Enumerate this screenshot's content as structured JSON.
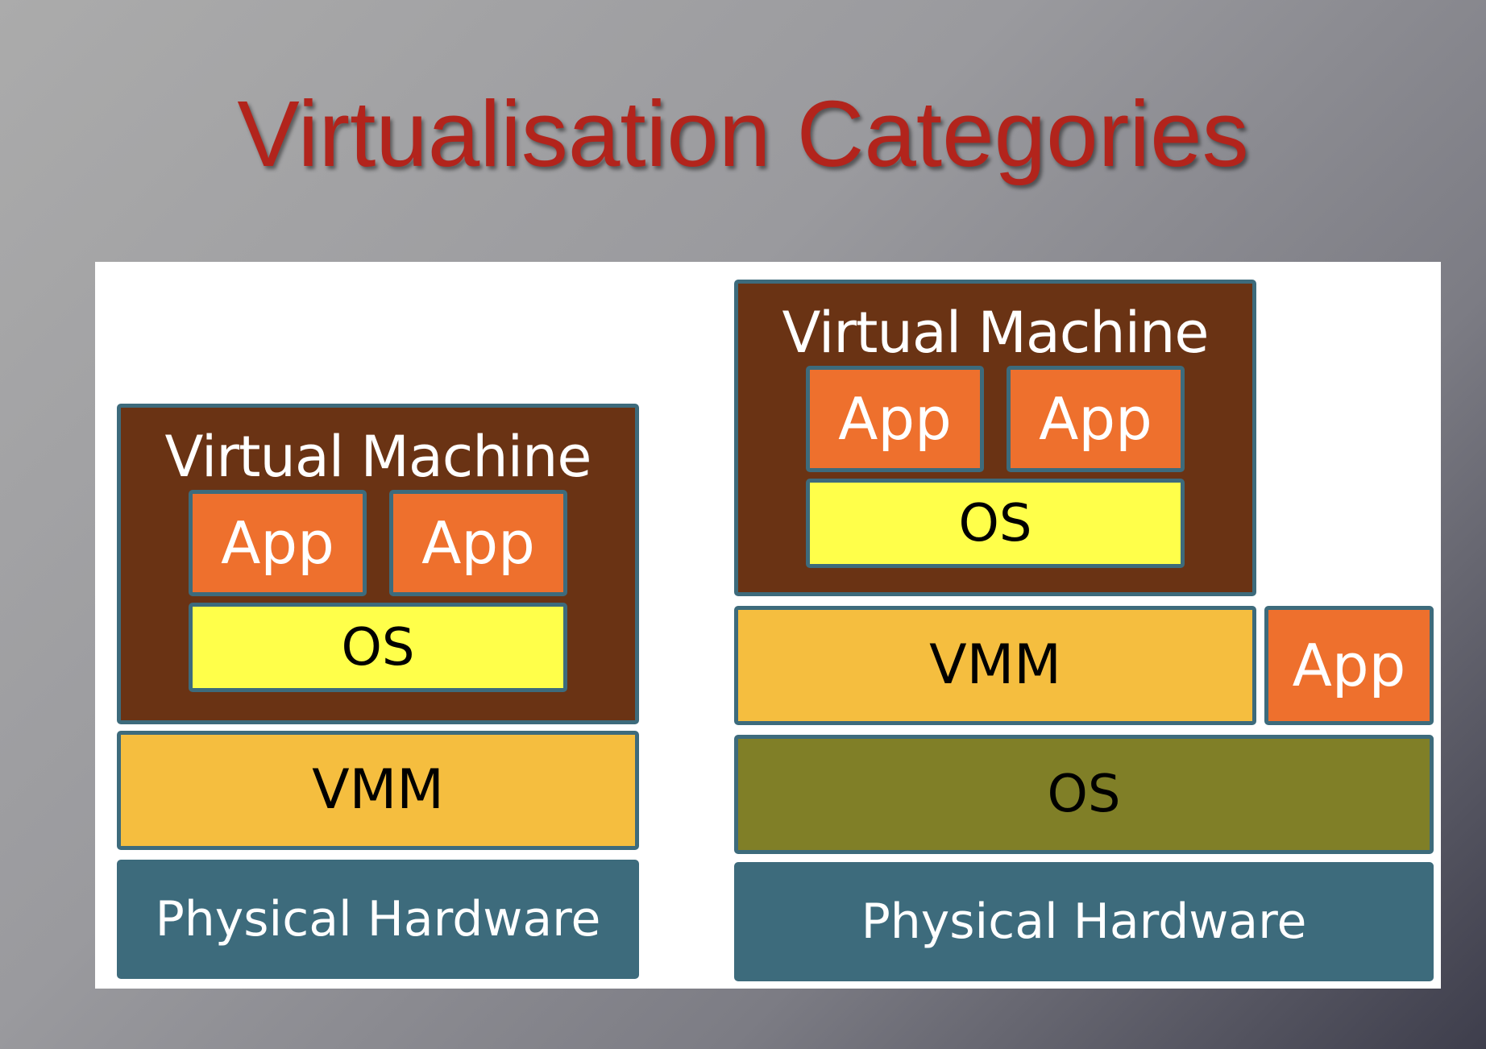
{
  "title": "Virtualisation Categories",
  "left_stack": {
    "vm_label": "Virtual Machine",
    "app_1": "App",
    "app_2": "App",
    "os": "OS",
    "vmm": "VMM",
    "hardware": "Physical Hardware"
  },
  "right_stack": {
    "vm_label": "Virtual Machine",
    "app_1": "App",
    "app_2": "App",
    "guest_os": "OS",
    "vmm": "VMM",
    "host_app": "App",
    "host_os": "OS",
    "hardware": "Physical Hardware"
  },
  "colors": {
    "title": "#b2241c",
    "virtual_machine": "#6a3314",
    "app": "#ee702d",
    "guest_os": "#ffff4a",
    "vmm": "#f5be3f",
    "host_os": "#807f27",
    "hardware": "#3d6b7c",
    "border": "#3d6b7c"
  }
}
